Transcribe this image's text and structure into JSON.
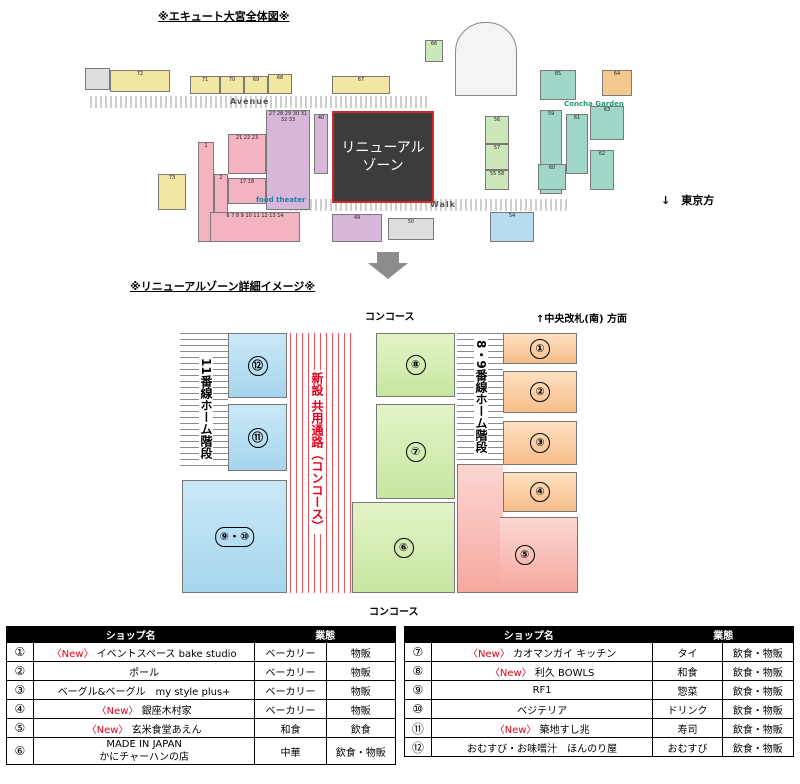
{
  "map": {
    "title": "※エキュート大宮全体図※",
    "renewal_label_1": "リニューアル",
    "renewal_label_2": "ゾーン",
    "avenue": "Avenue",
    "walk": "Walk",
    "food_theater": "food theater",
    "concha_garden": "Concha Garden",
    "tokyo_direction": "↓　東京方"
  },
  "detail": {
    "title": "※リニューアルゾーン詳細イメージ※",
    "concourse_top": "コンコース",
    "concourse_bottom": "コンコース",
    "gate": "↑中央改札(南) 方面",
    "stairs_left": "11番線ホーム階段",
    "stairs_right": "8・9番線ホーム階段",
    "passage": "新設 共用通路（コンコース）",
    "shops": [
      {
        "label": "⑫"
      },
      {
        "label": "⑪"
      },
      {
        "label": "⑨・⑩"
      },
      {
        "label": "⑧"
      },
      {
        "label": "⑦"
      },
      {
        "label": "⑥"
      },
      {
        "label": "①"
      },
      {
        "label": "②"
      },
      {
        "label": "③"
      },
      {
        "label": "④"
      },
      {
        "label": "⑤"
      }
    ]
  },
  "table": {
    "header_shop": "ショップ名",
    "header_type": "業態",
    "left_rows": [
      {
        "num": "①",
        "new": "〈New〉",
        "name": "イベントスペース bake studio",
        "cat": "ベーカリー",
        "kind": "物販"
      },
      {
        "num": "②",
        "new": "",
        "name": "ポール",
        "cat": "ベーカリー",
        "kind": "物販"
      },
      {
        "num": "③",
        "new": "",
        "name": "ベーグル&ベーグル　my style plus+",
        "cat": "ベーカリー",
        "kind": "物販"
      },
      {
        "num": "④",
        "new": "〈New〉",
        "name": "銀座木村家",
        "cat": "ベーカリー",
        "kind": "物販"
      },
      {
        "num": "⑤",
        "new": "〈New〉",
        "name": "玄米食堂あえん",
        "cat": "和食",
        "kind": "飲食"
      },
      {
        "num": "⑥",
        "new": "",
        "name": "MADE IN JAPAN",
        "name2": "かにチャーハンの店",
        "cat": "中華",
        "kind": "飲食・物販"
      }
    ],
    "right_rows": [
      {
        "num": "⑦",
        "new": "〈New〉",
        "name": "カオマンガイ キッチン",
        "cat": "タイ",
        "kind": "飲食・物販"
      },
      {
        "num": "⑧",
        "new": "〈New〉",
        "name": "利久 BOWLS",
        "cat": "和食",
        "kind": "飲食・物販"
      },
      {
        "num": "⑨",
        "new": "",
        "name": "RF1",
        "cat": "惣菜",
        "kind": "飲食・物販"
      },
      {
        "num": "⑩",
        "new": "",
        "name": "ベジテリア",
        "cat": "ドリンク",
        "kind": "飲食・物販"
      },
      {
        "num": "⑪",
        "new": "〈New〉",
        "name": "築地すし兆",
        "cat": "寿司",
        "kind": "飲食・物販"
      },
      {
        "num": "⑫",
        "new": "",
        "name": "おむすび・お味噌汁　ほんのり屋",
        "cat": "おむすび",
        "kind": "飲食・物販"
      }
    ]
  }
}
